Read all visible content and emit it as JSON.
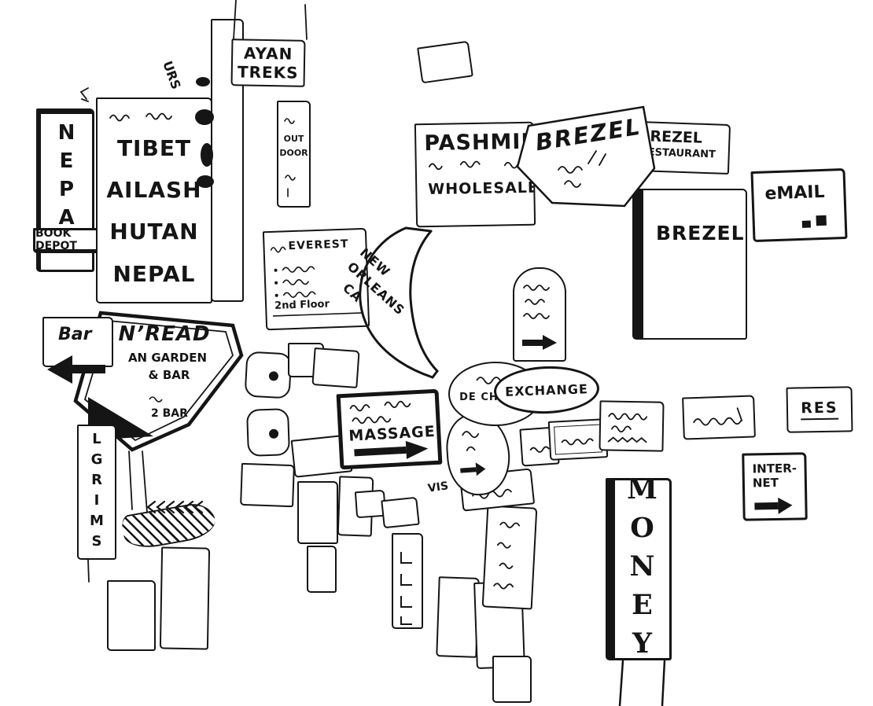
{
  "colors": {
    "ink": "#151515",
    "paper": "#ffffff"
  },
  "signs": {
    "ayan_treks": {
      "line1": "AYAN",
      "line2": "TREKS"
    },
    "urs": {
      "text": "URS"
    },
    "nepal_pole": {
      "text": "NEPAL"
    },
    "book_depot": {
      "text": "BOOK DEPOT"
    },
    "tibet_board": {
      "line1": "TIBET",
      "line2": "AILASH",
      "line3": "HUTAN",
      "line4": "NEPAL"
    },
    "outdoor": {
      "line1": "OUT",
      "line2": "DOOR"
    },
    "everest": {
      "title": "EVEREST",
      "floor": "2nd Floor"
    },
    "new_orleans": {
      "line1": "NEW",
      "line2": "ORLEANS",
      "line3": "CA"
    },
    "pashmina": {
      "title": "PASHMIN",
      "subtitle": "WHOLESALE"
    },
    "brezel_angled": {
      "text": "BREZEL"
    },
    "brezel_restaurant": {
      "line1": "REZEL",
      "line2": "ESTAURANT"
    },
    "brezel_board": {
      "text": "BREZEL"
    },
    "email": {
      "text": "eMAIL"
    },
    "bar": {
      "text": "Bar"
    },
    "read_sign": {
      "title": "N’READ",
      "line2": "AN GARDEN",
      "line3": "& BAR",
      "line4": "2 BAR"
    },
    "pilgrims": {
      "text": "LGRIMS"
    },
    "massage": {
      "text": "MASSAGE"
    },
    "dechanel": {
      "text": "DE CHANEL"
    },
    "exchange": {
      "text": "EXCHANGE"
    },
    "res": {
      "text": "RES"
    },
    "internet": {
      "line1": "INTER-",
      "line2": "NET"
    },
    "money": {
      "text": "MONEY"
    },
    "vis": {
      "text": "VIS"
    }
  }
}
